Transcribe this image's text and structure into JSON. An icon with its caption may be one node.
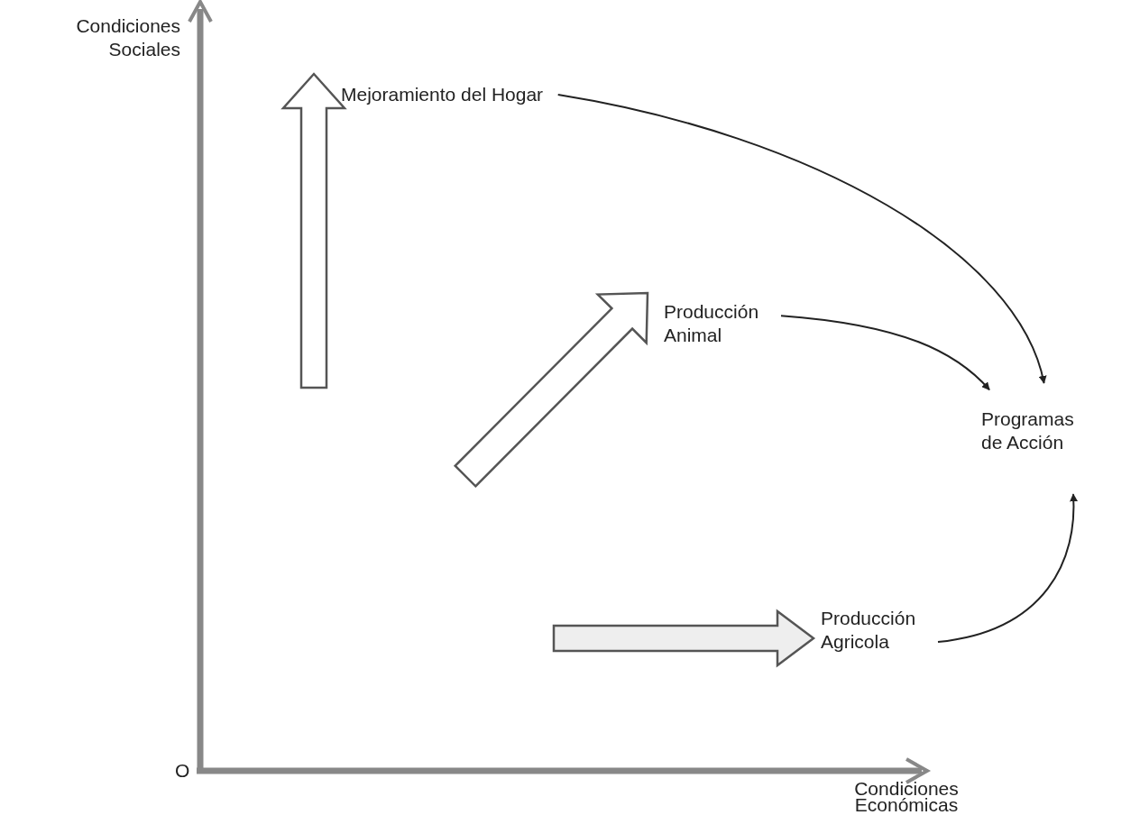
{
  "diagram": {
    "nodes": [
      {
        "text": [
          "Mejoramiento del Hogar"
        ]
      },
      {
        "text": [
          "Producción Animal"
        ]
      },
      {
        "text": [
          "Producción Agricola"
        ]
      },
      {
        "text": [
          "Programas de Acción"
        ]
      }
    ],
    "edges": [
      {
        "from": 0,
        "to": 3,
        "arrow": "to"
      },
      {
        "from": 1,
        "to": 3,
        "arrow": "to"
      },
      {
        "from": 2,
        "to": 3,
        "arrow": "to"
      }
    ],
    "labels": [
      "Condiciones Sociales",
      "O",
      "Condiciones Económicas"
    ]
  }
}
